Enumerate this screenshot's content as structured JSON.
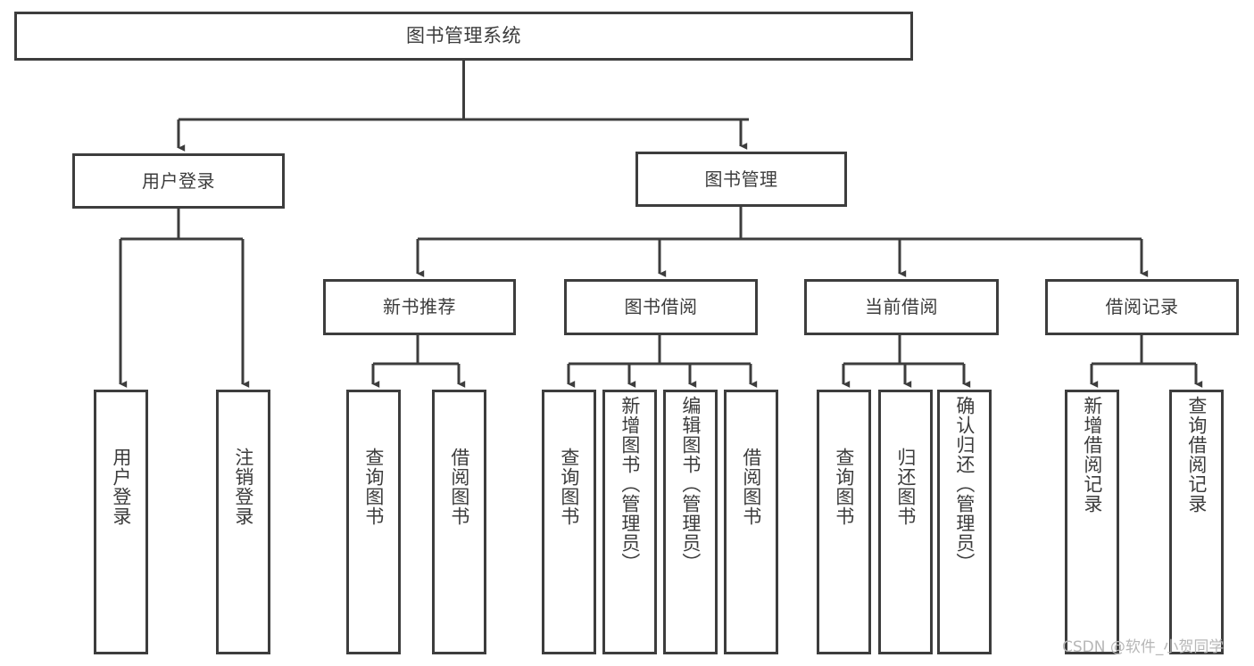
{
  "diagram": {
    "type": "tree",
    "title": "图书管理系统",
    "stroke_color": "#3d3d3d",
    "text_color": "#3c3c3c",
    "background_color": "#ffffff",
    "root": {
      "label": "图书管理系统"
    },
    "level2": [
      {
        "label": "用户登录"
      },
      {
        "label": "图书管理"
      }
    ],
    "level3": [
      {
        "label": "新书推荐"
      },
      {
        "label": "图书借阅"
      },
      {
        "label": "当前借阅"
      },
      {
        "label": "借阅记录"
      }
    ],
    "leaves": [
      {
        "label": "用户登录",
        "parent": "用户登录"
      },
      {
        "label": "注销登录",
        "parent": "用户登录"
      },
      {
        "label": "查询图书",
        "parent": "新书推荐"
      },
      {
        "label": "借阅图书",
        "parent": "新书推荐"
      },
      {
        "label": "查询图书",
        "parent": "图书借阅"
      },
      {
        "label": "新增图书（管理员）",
        "parent": "图书借阅"
      },
      {
        "label": "编辑图书（管理员）",
        "parent": "图书借阅"
      },
      {
        "label": "借阅图书",
        "parent": "图书借阅"
      },
      {
        "label": "查询图书",
        "parent": "当前借阅"
      },
      {
        "label": "归还图书",
        "parent": "当前借阅"
      },
      {
        "label": "确认归还（管理员）",
        "parent": "当前借阅"
      },
      {
        "label": "新增借阅记录",
        "parent": "借阅记录"
      },
      {
        "label": "查询借阅记录",
        "parent": "借阅记录"
      }
    ]
  },
  "watermark": {
    "text": "CSDN @软件_小贺同学"
  }
}
